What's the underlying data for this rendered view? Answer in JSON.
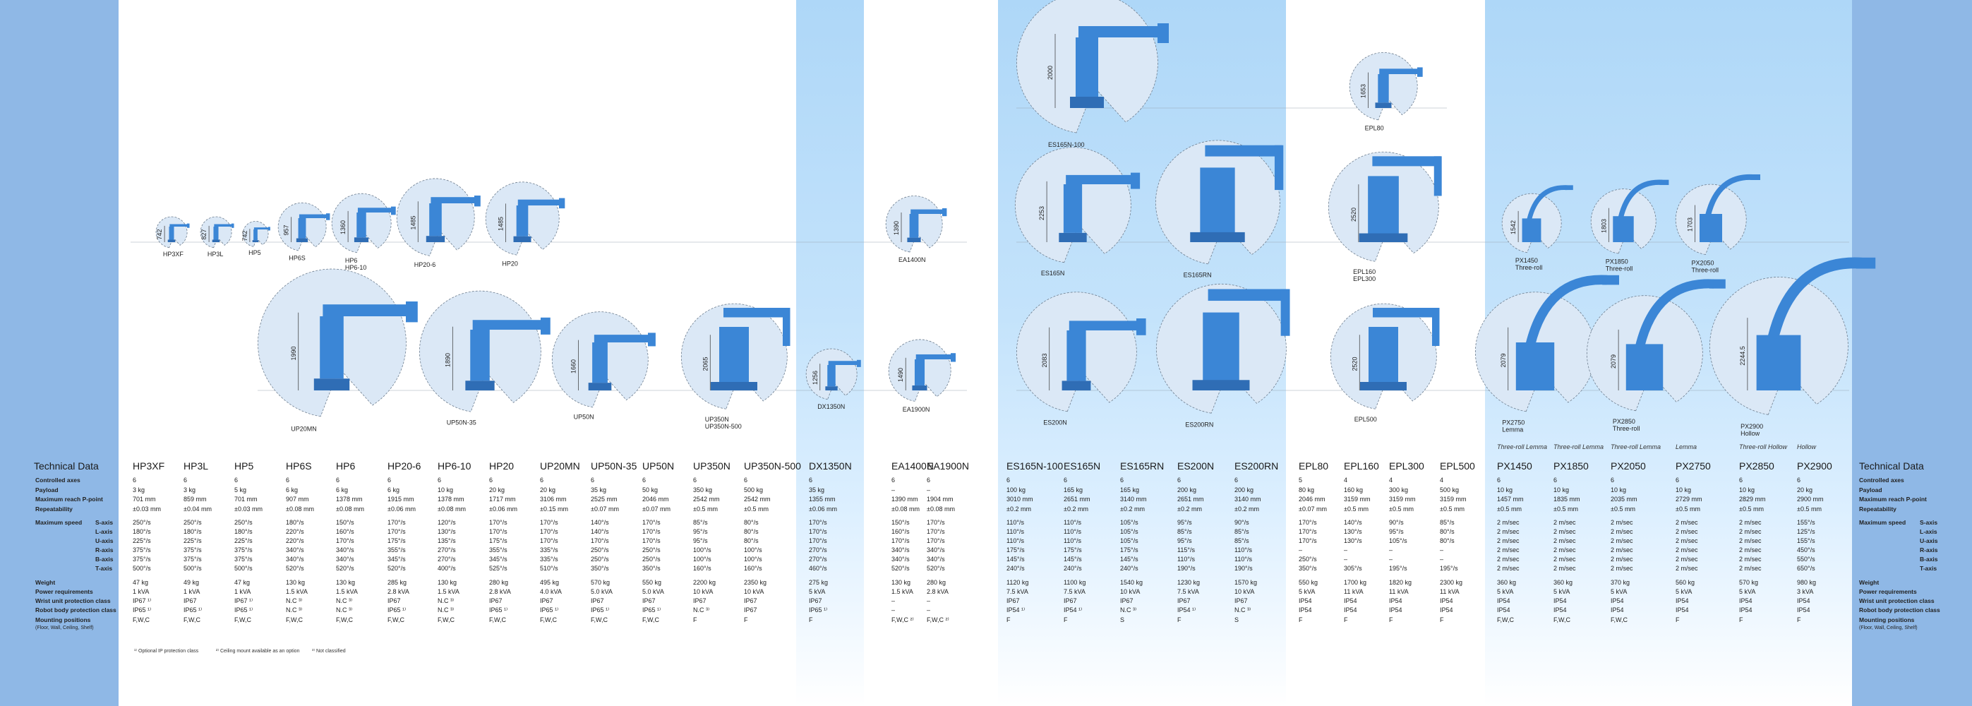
{
  "tech_title": "Technical Data",
  "spec_labels": {
    "controlled_axes": "Controlled axes",
    "payload": "Payload",
    "reach": "Maximum reach P-point",
    "repeatability": "Repeatability",
    "max_speed": "Maximum speed",
    "weight": "Weight",
    "power": "Power requirements",
    "wrist": "Wrist unit protection class",
    "body": "Robot body protection class",
    "mounting": "Mounting positions",
    "mounting_note": "(Floor, Wall, Ceiling, Shelf)"
  },
  "right_spec_labels": {
    "controlled_axes": "Controlled axes",
    "payload": "Payload",
    "reach": "Maximum reach P-point",
    "repeatability": "Repeatability",
    "max_speed": "Maximum speed",
    "weight": "Weight",
    "power": "Power requirements",
    "wrist": "Wrist unit protection class",
    "body": "Robot body protection class",
    "mounting": "Mounting positions",
    "mounting_note": "(Floor, Wall, Ceiling, Shelf)"
  },
  "axis_labels": [
    "S-axis",
    "L-axis",
    "U-axis",
    "R-axis",
    "B-axis",
    "T-axis"
  ],
  "right_axis_labels": [
    "S-axis",
    "L-axis",
    "U-axis",
    "R-axis",
    "B-axis",
    "T-axis"
  ],
  "footnotes": [
    "¹⁾ Optional IP protection class",
    "²⁾ Ceiling mount available as an option",
    "³⁾ Not classified"
  ],
  "models": [
    {
      "name": "HP3XF",
      "sub": "",
      "axes": "6",
      "payload": "3 kg",
      "reach": "701 mm",
      "rep": "±0.03 mm",
      "speeds": [
        "250°/s",
        "180°/s",
        "225°/s",
        "375°/s",
        "375°/s",
        "500°/s"
      ],
      "weight": "47 kg",
      "power": "1 kVA",
      "wrist": "IP67 ¹⁾",
      "body": "IP65 ¹⁾",
      "mount": "F,W,C"
    },
    {
      "name": "HP3L",
      "sub": "",
      "axes": "6",
      "payload": "3 kg",
      "reach": "859 mm",
      "rep": "±0.04 mm",
      "speeds": [
        "250°/s",
        "180°/s",
        "225°/s",
        "375°/s",
        "375°/s",
        "500°/s"
      ],
      "weight": "49 kg",
      "power": "1 kVA",
      "wrist": "IP67",
      "body": "IP65 ¹⁾",
      "mount": "F,W,C"
    },
    {
      "name": "HP5",
      "sub": "",
      "axes": "6",
      "payload": "5 kg",
      "reach": "701 mm",
      "rep": "±0.03 mm",
      "speeds": [
        "250°/s",
        "180°/s",
        "225°/s",
        "375°/s",
        "375°/s",
        "500°/s"
      ],
      "weight": "47 kg",
      "power": "1 kVA",
      "wrist": "IP67 ¹⁾",
      "body": "IP65 ¹⁾",
      "mount": "F,W,C"
    },
    {
      "name": "HP6S",
      "sub": "",
      "axes": "6",
      "payload": "6 kg",
      "reach": "907 mm",
      "rep": "±0.08 mm",
      "speeds": [
        "180°/s",
        "220°/s",
        "220°/s",
        "340°/s",
        "340°/s",
        "520°/s"
      ],
      "weight": "130 kg",
      "power": "1.5 kVA",
      "wrist": "N.C ³⁾",
      "body": "N.C ³⁾",
      "mount": "F,W,C"
    },
    {
      "name": "HP6",
      "sub": "",
      "axes": "6",
      "payload": "6 kg",
      "reach": "1378 mm",
      "rep": "±0.08 mm",
      "speeds": [
        "150°/s",
        "160°/s",
        "170°/s",
        "340°/s",
        "340°/s",
        "520°/s"
      ],
      "weight": "130 kg",
      "power": "1.5 kVA",
      "wrist": "N.C ³⁾",
      "body": "N.C ³⁾",
      "mount": "F,W,C"
    },
    {
      "name": "HP20-6",
      "sub": "",
      "axes": "6",
      "payload": "6 kg",
      "reach": "1915 mm",
      "rep": "±0.06 mm",
      "speeds": [
        "170°/s",
        "170°/s",
        "175°/s",
        "355°/s",
        "345°/s",
        "520°/s"
      ],
      "weight": "285 kg",
      "power": "2.8 kVA",
      "wrist": "IP67",
      "body": "IP65 ¹⁾",
      "mount": "F,W,C"
    },
    {
      "name": "HP6-10",
      "sub": "",
      "axes": "6",
      "payload": "10 kg",
      "reach": "1378 mm",
      "rep": "±0.08 mm",
      "speeds": [
        "120°/s",
        "130°/s",
        "135°/s",
        "270°/s",
        "270°/s",
        "400°/s"
      ],
      "weight": "130 kg",
      "power": "1.5 kVA",
      "wrist": "N.C ³⁾",
      "body": "N.C ³⁾",
      "mount": "F,W,C"
    },
    {
      "name": "HP20",
      "sub": "",
      "axes": "6",
      "payload": "20 kg",
      "reach": "1717 mm",
      "rep": "±0.06 mm",
      "speeds": [
        "170°/s",
        "170°/s",
        "175°/s",
        "355°/s",
        "345°/s",
        "525°/s"
      ],
      "weight": "280 kg",
      "power": "2.8 kVA",
      "wrist": "IP67",
      "body": "IP65 ¹⁾",
      "mount": "F,W,C"
    },
    {
      "name": "UP20MN",
      "sub": "",
      "axes": "6",
      "payload": "20 kg",
      "reach": "3106 mm",
      "rep": "±0.15 mm",
      "speeds": [
        "170°/s",
        "170°/s",
        "170°/s",
        "335°/s",
        "335°/s",
        "510°/s"
      ],
      "weight": "495 kg",
      "power": "4.0 kVA",
      "wrist": "IP67",
      "body": "IP65 ¹⁾",
      "mount": "F,W,C"
    },
    {
      "name": "UP50N-35",
      "sub": "",
      "axes": "6",
      "payload": "35 kg",
      "reach": "2525 mm",
      "rep": "±0.07 mm",
      "speeds": [
        "140°/s",
        "140°/s",
        "170°/s",
        "250°/s",
        "250°/s",
        "350°/s"
      ],
      "weight": "570 kg",
      "power": "5.0 kVA",
      "wrist": "IP67",
      "body": "IP65 ¹⁾",
      "mount": "F,W,C"
    },
    {
      "name": "UP50N",
      "sub": "",
      "axes": "6",
      "payload": "50 kg",
      "reach": "2046 mm",
      "rep": "±0.07 mm",
      "speeds": [
        "170°/s",
        "170°/s",
        "170°/s",
        "250°/s",
        "250°/s",
        "350°/s"
      ],
      "weight": "550 kg",
      "power": "5.0 kVA",
      "wrist": "IP67",
      "body": "IP65 ¹⁾",
      "mount": "F,W,C"
    },
    {
      "name": "UP350N",
      "sub": "",
      "axes": "6",
      "payload": "350 kg",
      "reach": "2542 mm",
      "rep": "±0.5 mm",
      "speeds": [
        "85°/s",
        "95°/s",
        "95°/s",
        "100°/s",
        "100°/s",
        "160°/s"
      ],
      "weight": "2200 kg",
      "power": "10 kVA",
      "wrist": "IP67",
      "body": "N.C ³⁾",
      "mount": "F"
    },
    {
      "name": "UP350N-500",
      "sub": "",
      "axes": "6",
      "payload": "500 kg",
      "reach": "2542 mm",
      "rep": "±0.5 mm",
      "speeds": [
        "80°/s",
        "80°/s",
        "80°/s",
        "100°/s",
        "100°/s",
        "160°/s"
      ],
      "weight": "2350 kg",
      "power": "10 kVA",
      "wrist": "IP67",
      "body": "IP67",
      "mount": "F"
    },
    {
      "name": "DX1350N",
      "sub": "",
      "axes": "6",
      "payload": "35 kg",
      "reach": "1355 mm",
      "rep": "±0.06 mm",
      "speeds": [
        "170°/s",
        "170°/s",
        "170°/s",
        "270°/s",
        "270°/s",
        "460°/s"
      ],
      "weight": "275 kg",
      "power": "5 kVA",
      "wrist": "IP67",
      "body": "IP65 ¹⁾",
      "mount": "F"
    },
    {
      "name": "EA1400N",
      "sub": "",
      "axes": "6",
      "payload": "–",
      "reach": "1390 mm",
      "rep": "±0.08 mm",
      "speeds": [
        "150°/s",
        "160°/s",
        "170°/s",
        "340°/s",
        "340°/s",
        "520°/s"
      ],
      "weight": "130 kg",
      "power": "1.5 kVA",
      "wrist": "–",
      "body": "–",
      "mount": "F,W,C ²⁾"
    },
    {
      "name": "EA1900N",
      "sub": "",
      "axes": "6",
      "payload": "–",
      "reach": "1904 mm",
      "rep": "±0.08 mm",
      "speeds": [
        "170°/s",
        "170°/s",
        "170°/s",
        "340°/s",
        "340°/s",
        "520°/s"
      ],
      "weight": "280 kg",
      "power": "2.8 kVA",
      "wrist": "–",
      "body": "–",
      "mount": "F,W,C ²⁾"
    },
    {
      "name": "ES165N-100",
      "sub": "",
      "axes": "6",
      "payload": "100 kg",
      "reach": "3010 mm",
      "rep": "±0.2 mm",
      "speeds": [
        "110°/s",
        "110°/s",
        "110°/s",
        "175°/s",
        "145°/s",
        "240°/s"
      ],
      "weight": "1120 kg",
      "power": "7.5 kVA",
      "wrist": "IP67",
      "body": "IP54 ¹⁾",
      "mount": "F"
    },
    {
      "name": "ES165N",
      "sub": "",
      "axes": "6",
      "payload": "165 kg",
      "reach": "2651 mm",
      "rep": "±0.2 mm",
      "speeds": [
        "110°/s",
        "110°/s",
        "110°/s",
        "175°/s",
        "145°/s",
        "240°/s"
      ],
      "weight": "1100 kg",
      "power": "7.5 kVA",
      "wrist": "IP67",
      "body": "IP54 ¹⁾",
      "mount": "F"
    },
    {
      "name": "ES165RN",
      "sub": "",
      "axes": "6",
      "payload": "165 kg",
      "reach": "3140 mm",
      "rep": "±0.2 mm",
      "speeds": [
        "105°/s",
        "105°/s",
        "105°/s",
        "175°/s",
        "145°/s",
        "240°/s"
      ],
      "weight": "1540 kg",
      "power": "10 kVA",
      "wrist": "IP67",
      "body": "N.C ³⁾",
      "mount": "S"
    },
    {
      "name": "ES200N",
      "sub": "",
      "axes": "6",
      "payload": "200 kg",
      "reach": "2651 mm",
      "rep": "±0.2 mm",
      "speeds": [
        "95°/s",
        "85°/s",
        "95°/s",
        "115°/s",
        "110°/s",
        "190°/s"
      ],
      "weight": "1230 kg",
      "power": "7.5 kVA",
      "wrist": "IP67",
      "body": "IP54 ¹⁾",
      "mount": "F"
    },
    {
      "name": "ES200RN",
      "sub": "",
      "axes": "6",
      "payload": "200 kg",
      "reach": "3140 mm",
      "rep": "±0.2 mm",
      "speeds": [
        "90°/s",
        "85°/s",
        "85°/s",
        "110°/s",
        "110°/s",
        "190°/s"
      ],
      "weight": "1570 kg",
      "power": "10 kVA",
      "wrist": "IP67",
      "body": "N.C ³⁾",
      "mount": "S"
    },
    {
      "name": "EPL80",
      "sub": "",
      "axes": "5",
      "payload": "80 kg",
      "reach": "2046 mm",
      "rep": "±0.07 mm",
      "speeds": [
        "170°/s",
        "170°/s",
        "170°/s",
        "–",
        "250°/s",
        "350°/s"
      ],
      "weight": "550 kg",
      "power": "5 kVA",
      "wrist": "IP54",
      "body": "IP54",
      "mount": "F"
    },
    {
      "name": "EPL160",
      "sub": "",
      "axes": "4",
      "payload": "160 kg",
      "reach": "3159 mm",
      "rep": "±0.5 mm",
      "speeds": [
        "140°/s",
        "130°/s",
        "130°/s",
        "–",
        "–",
        "305°/s"
      ],
      "weight": "1700 kg",
      "power": "11 kVA",
      "wrist": "IP54",
      "body": "IP54",
      "mount": "F"
    },
    {
      "name": "EPL300",
      "sub": "",
      "axes": "4",
      "payload": "300 kg",
      "reach": "3159 mm",
      "rep": "±0.5 mm",
      "speeds": [
        "90°/s",
        "95°/s",
        "105°/s",
        "–",
        "–",
        "195°/s"
      ],
      "weight": "1820 kg",
      "power": "11 kVA",
      "wrist": "IP54",
      "body": "IP54",
      "mount": "F"
    },
    {
      "name": "EPL500",
      "sub": "",
      "axes": "4",
      "payload": "500 kg",
      "reach": "3159 mm",
      "rep": "±0.5 mm",
      "speeds": [
        "85°/s",
        "80°/s",
        "80°/s",
        "–",
        "–",
        "195°/s"
      ],
      "weight": "2300 kg",
      "power": "11 kVA",
      "wrist": "IP54",
      "body": "IP54",
      "mount": "F"
    },
    {
      "name": "PX1450",
      "sub": "Three-roll Lemma",
      "axes": "6",
      "payload": "10 kg",
      "reach": "1457 mm",
      "rep": "±0.5 mm",
      "speeds": [
        "2 m/sec",
        "2 m/sec",
        "2 m/sec",
        "2 m/sec",
        "2 m/sec",
        "2 m/sec"
      ],
      "weight": "360 kg",
      "power": "5 kVA",
      "wrist": "IP54",
      "body": "IP54",
      "mount": "F,W,C"
    },
    {
      "name": "PX1850",
      "sub": "Three-roll Lemma",
      "axes": "6",
      "payload": "10 kg",
      "reach": "1835 mm",
      "rep": "±0.5 mm",
      "speeds": [
        "2 m/sec",
        "2 m/sec",
        "2 m/sec",
        "2 m/sec",
        "2 m/sec",
        "2 m/sec"
      ],
      "weight": "360 kg",
      "power": "5 kVA",
      "wrist": "IP54",
      "body": "IP54",
      "mount": "F,W,C"
    },
    {
      "name": "PX2050",
      "sub": "Three-roll Lemma",
      "axes": "6",
      "payload": "10 kg",
      "reach": "2035 mm",
      "rep": "±0.5 mm",
      "speeds": [
        "2 m/sec",
        "2 m/sec",
        "2 m/sec",
        "2 m/sec",
        "2 m/sec",
        "2 m/sec"
      ],
      "weight": "370 kg",
      "power": "5 kVA",
      "wrist": "IP54",
      "body": "IP54",
      "mount": "F,W,C"
    },
    {
      "name": "PX2750",
      "sub": "Lemma",
      "axes": "6",
      "payload": "10 kg",
      "reach": "2729 mm",
      "rep": "±0.5 mm",
      "speeds": [
        "2 m/sec",
        "2 m/sec",
        "2 m/sec",
        "2 m/sec",
        "2 m/sec",
        "2 m/sec"
      ],
      "weight": "560 kg",
      "power": "5 kVA",
      "wrist": "IP54",
      "body": "IP54",
      "mount": "F"
    },
    {
      "name": "PX2850",
      "sub": "Three-roll Hollow",
      "axes": "6",
      "payload": "10 kg",
      "reach": "2829 mm",
      "rep": "±0.5 mm",
      "speeds": [
        "2 m/sec",
        "2 m/sec",
        "2 m/sec",
        "2 m/sec",
        "2 m/sec",
        "2 m/sec"
      ],
      "weight": "570 kg",
      "power": "5 kVA",
      "wrist": "IP54",
      "body": "IP54",
      "mount": "F"
    },
    {
      "name": "PX2900",
      "sub": "Hollow",
      "axes": "6",
      "payload": "20 kg",
      "reach": "2900 mm",
      "rep": "±0.5 mm",
      "speeds": [
        "155°/s",
        "125°/s",
        "155°/s",
        "450°/s",
        "550°/s",
        "650°/s"
      ],
      "weight": "980 kg",
      "power": "3 kVA",
      "wrist": "IP54",
      "body": "IP54",
      "mount": "F"
    }
  ],
  "robots": [
    {
      "label": "HP3XF",
      "dim": "742"
    },
    {
      "label": "HP3L",
      "dim": "827"
    },
    {
      "label": "HP5",
      "dim": "742"
    },
    {
      "label": "HP6S",
      "dim": "957"
    },
    {
      "label": "HP6 HP6-10",
      "dim": "1360"
    },
    {
      "label": "HP20-6",
      "dim": "1485"
    },
    {
      "label": "HP20",
      "dim": "1485"
    },
    {
      "label": "EA1400N",
      "dim": "1390"
    },
    {
      "label": "UP20MN",
      "dim": "1990"
    },
    {
      "label": "UP50N-35",
      "dim": "1890"
    },
    {
      "label": "UP50N",
      "dim": "1660"
    },
    {
      "label": "UP350N UP350N-500",
      "dim": "2065"
    },
    {
      "label": "DX1350N",
      "dim": "1256"
    },
    {
      "label": "EA1900N",
      "dim": "1490"
    },
    {
      "label": "ES165N-100",
      "dim": "2000"
    },
    {
      "label": "ES165N",
      "dim": "2253"
    },
    {
      "label": "ES165RN",
      "dim": ""
    },
    {
      "label": "ES200N",
      "dim": "2083"
    },
    {
      "label": "ES200RN",
      "dim": ""
    },
    {
      "label": "EPL80",
      "dim": "1653"
    },
    {
      "label": "EPL160 EPL300",
      "dim": "2520"
    },
    {
      "label": "EPL500",
      "dim": "2520"
    },
    {
      "label": "PX1450 Three-roll",
      "dim": "1542"
    },
    {
      "label": "PX1850 Three-roll",
      "dim": "1803"
    },
    {
      "label": "PX2050 Three-roll",
      "dim": "1703"
    },
    {
      "label": "PX2750 Lemma",
      "dim": "2079"
    },
    {
      "label": "PX2850 Three-roll",
      "dim": "2079"
    },
    {
      "label": "PX2900 Hollow",
      "dim": "2244.5"
    }
  ],
  "colors": {
    "robot_blue": "#3b86d6",
    "envelope_fill": "#dbe8f6",
    "edge_band": "#8fb8e6",
    "highlight_band": "#b3daf8"
  }
}
